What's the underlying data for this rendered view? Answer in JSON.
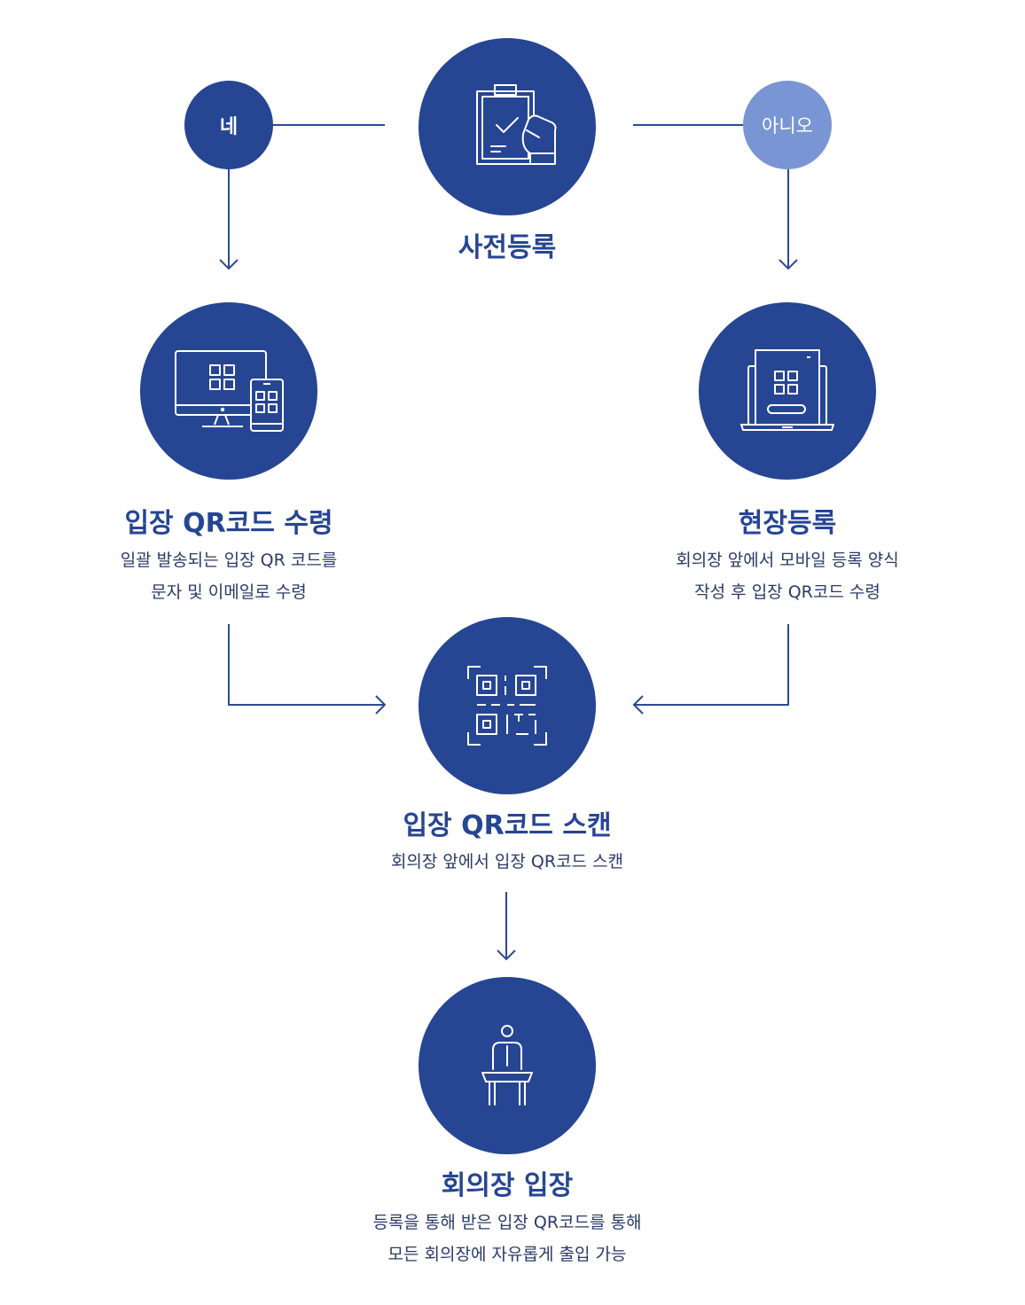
{
  "colors": {
    "primary": "#264593",
    "secondary": "#7a95d3",
    "text": "#2b3a67",
    "line": "#2c4a94"
  },
  "start": {
    "title": "사전등록",
    "icon": "clipboard-hand-icon"
  },
  "branches": {
    "yes_label": "네",
    "no_label": "아니오"
  },
  "steps": {
    "receive": {
      "title": "입장 QR코드 수령",
      "desc_lines": [
        "일괄 발송되는 입장 QR 코드를",
        "문자 및 이메일로 수령"
      ],
      "icon": "monitor-phone-qr-icon"
    },
    "onsite": {
      "title": "현장등록",
      "desc_lines": [
        "회의장 앞에서 모바일 등록 양식",
        "작성 후 입장 QR코드 수령"
      ],
      "icon": "laptop-qr-icon"
    },
    "scan": {
      "title": "입장 QR코드 스캔",
      "desc_lines": [
        "회의장 앞에서 입장 QR코드 스캔"
      ],
      "icon": "qr-scan-icon"
    },
    "enter": {
      "title": "회의장 입장",
      "desc_lines": [
        "등록을 통해 받은 입장 QR코드를 통해",
        "모든 회의장에 자유롭게 출입 가능"
      ],
      "icon": "podium-speaker-icon"
    }
  }
}
